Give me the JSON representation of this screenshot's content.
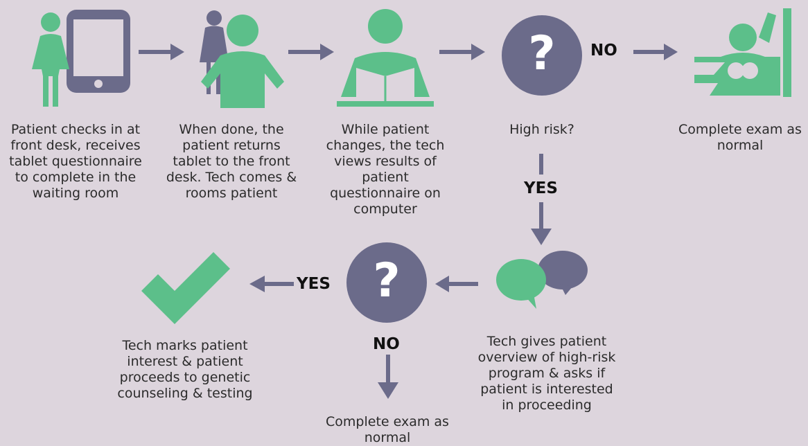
{
  "captions": {
    "step1": "Patient checks in at\nfront desk, receives\ntablet questionnaire\nto complete in the\nwaiting room",
    "step2": "When done, the\npatient returns\ntablet to the front\ndesk. Tech comes &\nrooms patient",
    "step3": "While patient\nchanges, the tech\nviews results of\npatient\nquestionnaire on\ncomputer",
    "step4": "High risk?",
    "step5": "Complete exam as\nnormal",
    "step6": "Tech gives patient\noverview of high-risk\nprogram & asks if\npatient is interested\nin proceeding",
    "step7": "Complete exam as\nnormal",
    "step8": "Tech marks patient\ninterest & patient\nproceeds to genetic\ncounseling & testing"
  },
  "labels": {
    "no_top": "NO",
    "yes_down": "YES",
    "yes_left": "YES",
    "no_bottom": "NO"
  },
  "icons": {
    "q1": "?",
    "q2": "?"
  },
  "colors": {
    "background": "#ddd5dd",
    "green": "#5cbf8a",
    "slate": "#6b6b8a",
    "arrow": "#6b6b8a"
  }
}
